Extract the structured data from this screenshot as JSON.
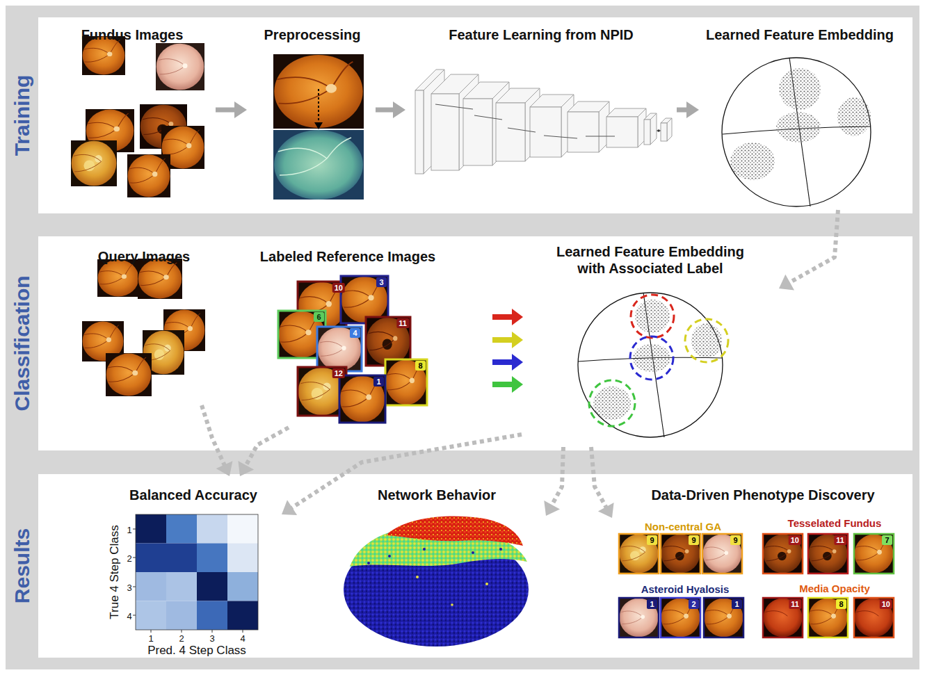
{
  "diagram": {
    "nodes": [
      {
        "text": [
          "Training"
        ]
      },
      {
        "text": [
          "Fundus Images"
        ],
        "in": 0
      },
      {
        "text": [
          "Preprocessing"
        ],
        "in": 0
      },
      {
        "text": [
          "Feature Learning from NPID"
        ],
        "in": 0
      },
      {
        "text": [
          "Learned Feature Embedding"
        ],
        "in": 0
      },
      {
        "text": [
          "Classification"
        ]
      },
      {
        "text": [
          "Query Images"
        ],
        "in": 5
      },
      {
        "text": [
          "Labeled Reference Images"
        ],
        "in": 5
      },
      {
        "text": [
          "Learned Feature Embedding with Associated Label"
        ],
        "in": 5
      },
      {
        "text": [
          "Results"
        ]
      },
      {
        "text": [
          "Balanced Accuracy"
        ],
        "in": 9
      },
      {
        "text": [
          "Network Behavior"
        ],
        "in": 9
      },
      {
        "text": [
          "Data-Driven Phenotype Discovery"
        ],
        "in": 9
      }
    ],
    "edges": [
      {
        "from": 1,
        "to": 2,
        "arrow": "to"
      },
      {
        "from": 2,
        "to": 3,
        "arrow": "to"
      },
      {
        "from": 3,
        "to": 4,
        "arrow": "to"
      },
      {
        "from": 4,
        "to": 8,
        "arrow": "to"
      },
      {
        "from": 7,
        "to": 8,
        "arrow": "to"
      },
      {
        "from": 7,
        "to": 8,
        "arrow": "to"
      },
      {
        "from": 7,
        "to": 8,
        "arrow": "to"
      },
      {
        "from": 7,
        "to": 8,
        "arrow": "to"
      },
      {
        "from": 6,
        "to": 10,
        "arrow": "to"
      },
      {
        "from": 7,
        "to": 10,
        "arrow": "to"
      },
      {
        "from": 8,
        "to": 10,
        "arrow": "to"
      },
      {
        "from": 8,
        "to": 11,
        "arrow": "to"
      },
      {
        "from": 8,
        "to": 12,
        "arrow": "to"
      }
    ],
    "labels": [
      "10",
      "3",
      "6",
      "4",
      "11",
      "8",
      "12",
      "1",
      "True 4 Step Class",
      "1",
      "2",
      "3",
      "4",
      "1",
      "2",
      "3",
      "4",
      "Pred. 4 Step Class",
      "Non-central GA",
      "9",
      "9",
      "9",
      "Tesselated Fundus",
      "10",
      "11",
      "7",
      "Asteroid Hyalosis",
      "1",
      "2",
      "1",
      "Media Opacity",
      "11",
      "8",
      "10"
    ]
  }
}
